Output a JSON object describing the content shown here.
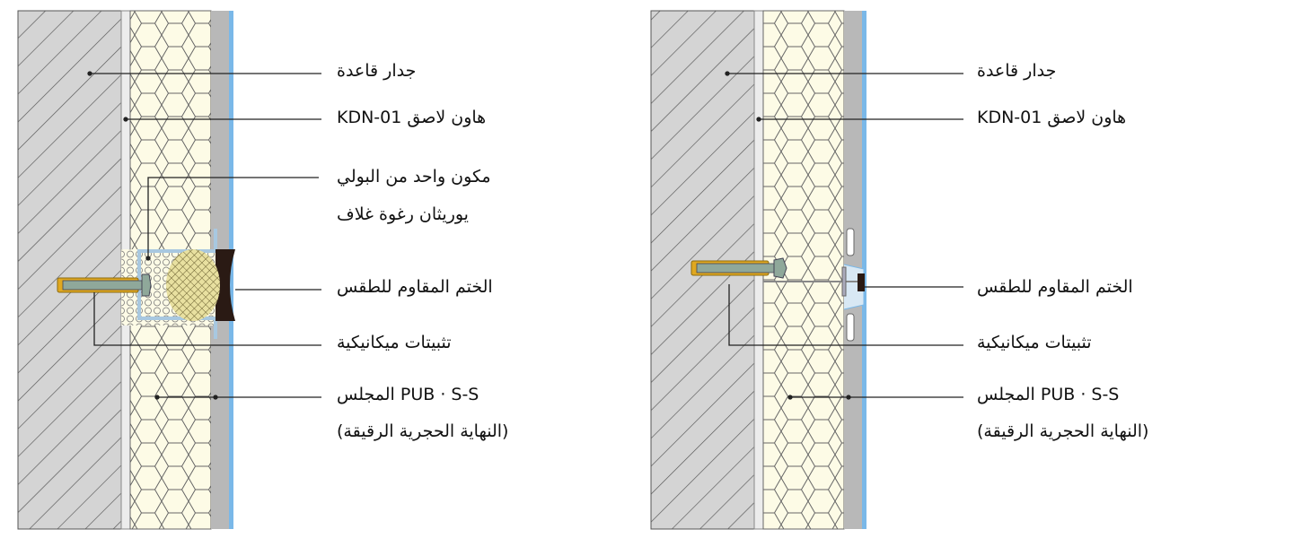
{
  "left_panel": {
    "labels": {
      "base_wall": "جدار قاعدة",
      "adhesive": "هاون لاصق KDN-01",
      "foam_line1": "مكون واحد من البولي",
      "foam_line2": "يوريثان رغوة غلاف",
      "weather_seal": "الختم المقاوم للطقس",
      "mechanical_fixings": "تثبيتات ميكانيكية",
      "board_line1": "PUB · S-S المجلس",
      "board_line2": "(النهاية الحجرية الرقيقة)"
    }
  },
  "right_panel": {
    "labels": {
      "base_wall": "جدار قاعدة",
      "adhesive": "هاون لاصق KDN-01",
      "weather_seal": "الختم المقاوم للطقس",
      "mechanical_fixings": "تثبيتات ميكانيكية",
      "board_line1": "PUB · S-S المجلس",
      "board_line2": "(النهاية الحجرية الرقيقة)"
    }
  },
  "colors": {
    "wall": "#d4d4d4",
    "insulation": "#fdfbe6",
    "finish": "#b8b8b8",
    "surface": "#7ab8e8",
    "anchor": "#e0a820",
    "seal": "#2a1a14"
  }
}
